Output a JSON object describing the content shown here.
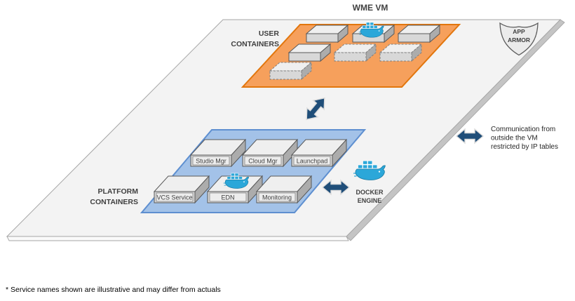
{
  "diagram": {
    "title": "WME VM",
    "footnote": "* Service names shown are illustrative and may differ from actuals",
    "user_panel": {
      "label1": "USER",
      "label2": "CONTAINERS"
    },
    "platform_panel": {
      "label1": "PLATFORM",
      "label2": "CONTAINERS"
    },
    "services": {
      "row1": [
        "Studio Mgr",
        "Cloud Mgr",
        "Launchpad"
      ],
      "row2": [
        "VCS Service",
        "EDN",
        "Monitoring"
      ]
    },
    "docker_engine": {
      "label1": "DOCKER",
      "label2": "ENGINE"
    },
    "app_armor": {
      "label1": "APP",
      "label2": "ARMOR"
    },
    "external_note": {
      "line1": "Communication from",
      "line2": "outside the VM",
      "line3": "restricted by IP tables"
    },
    "icons": {
      "whale": "docker-whale-icon",
      "shield": "app-armor-shield-icon",
      "arrows": "bidirectional-arrow-icon"
    },
    "colors": {
      "vm_fill": "#F3F3F3",
      "vm_border": "#A6A6A6",
      "user_panel_fill": "#F6A05C",
      "user_panel_border": "#E2760D",
      "platform_panel_fill": "#A3C2E8",
      "platform_panel_border": "#5E8FD0",
      "arrow": "#1F4E79",
      "docker_teal": "#2BA7D9",
      "box_front": "#D8D8D8",
      "box_top": "#EFEFEF",
      "box_side": "#ACACAC"
    }
  }
}
